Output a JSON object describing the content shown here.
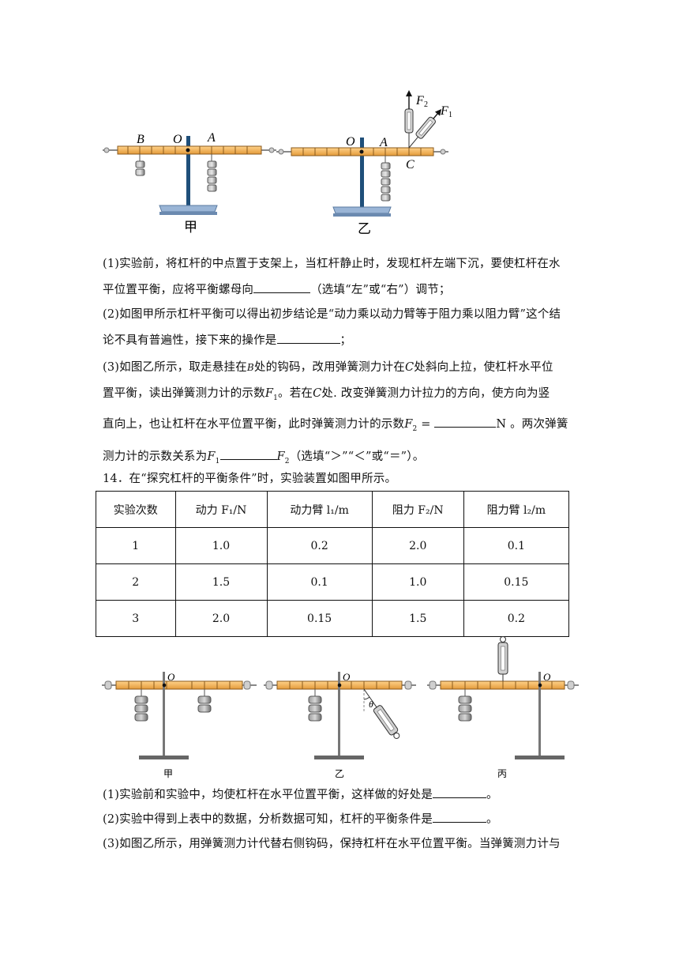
{
  "figure1": {
    "labels": {
      "B": "B",
      "O": "O",
      "A": "A",
      "C": "C",
      "F1": "F",
      "F2": "F",
      "sub1": "1",
      "sub2": "2"
    },
    "caption_left": "甲",
    "caption_right": "乙"
  },
  "q13": {
    "p1_a": "(1)实验前，将杠杆的中点置于支架上，当杠杆静止时，发现杠杆左端下沉，要使杠杆在水",
    "p1_b": "平位置平衡，应将平衡螺母向",
    "p1_c": "（选填“左”或“右”）调节；",
    "p2_a": "(2)如图甲所示杠杆平衡可以得出初步结论是“动力乘以动力臂等于阻力乘以阻力臂”这个结",
    "p2_b": "论不具有普遍性，接下来的操作是",
    "p2_c": "；",
    "p3_a1": "(3)如图乙所示，取走悬挂在",
    "p3_a2": "B",
    "p3_a3": "处的钩码，改用弹簧测力计在",
    "p3_a4": "C",
    "p3_a5": "处斜向上拉，使杠杆水平位",
    "p3_b1": "置平衡，读出弹簧测力计的示数",
    "p3_b2": "F",
    "p3_b3": "1",
    "p3_b4": "。若在",
    "p3_b5": "C",
    "p3_b6": "处. 改变弹簧测力计拉力的方向，使方向为竖",
    "p3_c1": "直向上，也让杠杆在水平位置平衡，此时弹簧测力计的示数",
    "p3_c2": "F",
    "p3_c3": "2",
    "p3_c4": " = ",
    "p3_c5": "N 。两次弹簧",
    "p3_d1": "测力计的示数关系为",
    "p3_d2": "F",
    "p3_d3": "1",
    "p3_d4": "F",
    "p3_d5": "2",
    "p3_d6": "（选填“＞”“＜”或“＝”）。"
  },
  "q14": {
    "title": "14．在“探究杠杆的平衡条件”时，实验装置如图甲所示。",
    "table": {
      "headers": [
        "实验次数",
        "动力 F₁/N",
        "动力臂 l₁/m",
        "阻力 F₂/N",
        "阻力臂 l₂/m"
      ],
      "rows": [
        [
          "1",
          "1.0",
          "0.2",
          "2.0",
          "0.1"
        ],
        [
          "2",
          "1.5",
          "0.1",
          "1.0",
          "0.15"
        ],
        [
          "3",
          "2.0",
          "0.15",
          "1.5",
          "0.2"
        ]
      ]
    },
    "figure_labels": {
      "O": "O",
      "theta": "θ",
      "cap1": "甲",
      "cap2": "乙",
      "cap3": "丙"
    },
    "s1_a": "(1)实验前和实验中，均使杠杆在水平位置平衡，这样做的好处是",
    "s1_b": "。",
    "s2_a": "(2)实验中得到上表中的数据，分析数据可知，杠杆的平衡条件是",
    "s2_b": "。",
    "s3": "(3)如图乙所示，用弹簧测力计代替右侧钩码，保持杠杆在水平位置平衡。当弹簧测力计与"
  },
  "colors": {
    "lever": "#f2b35c",
    "lever_stroke": "#8a5a1c",
    "stand": "#1f4f7a",
    "base": "#9ab5d6",
    "weight": "#8f8f8f"
  }
}
